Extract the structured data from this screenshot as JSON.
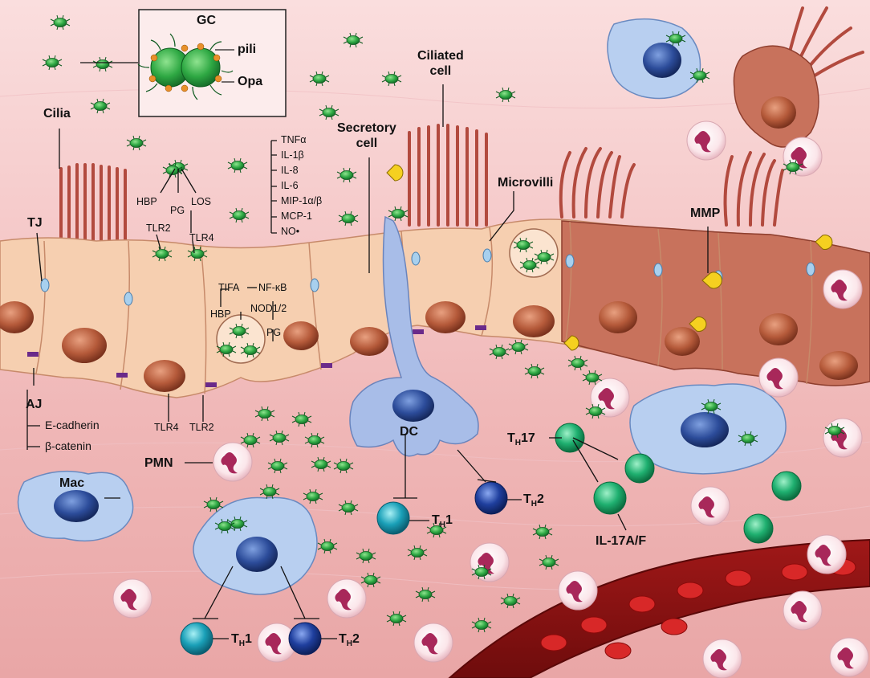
{
  "labels": {
    "gc": "GC",
    "pili": "pili",
    "opa": "Opa",
    "cilia": "Cilia",
    "ciliated_cell": "Ciliated\ncell",
    "secretory_cell": "Secretory\ncell",
    "microvilli": "Microvilli",
    "mmp": "MMP",
    "tj": "TJ",
    "aj": "AJ",
    "e_cadherin": "E-cadherin",
    "b_catenin": "β-catenin",
    "hbp_top": "HBP",
    "pg_top": "PG",
    "los": "LOS",
    "tlr2_top": "TLR2",
    "tlr4_top": "TLR4",
    "tifa": "TIFA",
    "nfkb": "NF-κB",
    "nod": "NOD1/2",
    "hbp_mid": "HBP",
    "pg_mid": "PG",
    "tlr4_bottom": "TLR4",
    "tlr2_bottom": "TLR2",
    "pmn": "PMN",
    "mac": "Mac",
    "dc": "DC",
    "th1_dc": "T",
    "th1_dc_sub": "H",
    "th1_dc_num": "1",
    "th2_dc": "T",
    "th2_dc_sub": "H",
    "th2_dc_num": "2",
    "th1_mac": "T",
    "th1_mac_sub": "H",
    "th1_mac_num": "1",
    "th2_mac": "T",
    "th2_mac_sub": "H",
    "th2_mac_num": "2",
    "th17": "T",
    "th17_sub": "H",
    "th17_num": "17",
    "il17": "IL-17A/F"
  },
  "cytokines": [
    "TNFα",
    "IL-1β",
    "IL-8",
    "IL-6",
    "MIP-1α/β",
    "MCP-1",
    "NO•"
  ]
}
